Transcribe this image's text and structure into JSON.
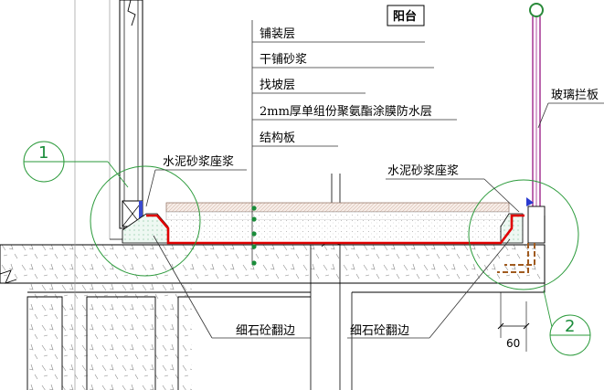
{
  "area_label": "阳台",
  "layers": [
    "铺装层",
    "干铺砂浆",
    "找坡层",
    "2mm厚单组份聚氨酯涂膜防水层",
    "结构板"
  ],
  "left_mortar_label": "水泥砂浆座浆",
  "right_mortar_label": "水泥砂浆座浆",
  "railing_label": "玻璃拦板",
  "left_curb_label": "细石砼翻边",
  "right_curb_label": "细石砼翻边",
  "detail_marker_1": "1",
  "detail_marker_2": "2",
  "dimension_value": "60",
  "colors": {
    "waterproof_line": "#e00000",
    "leader_green": "#2a9a3a",
    "railing_magenta": "#a0288c",
    "rebar_brown": "#a05a1e"
  }
}
